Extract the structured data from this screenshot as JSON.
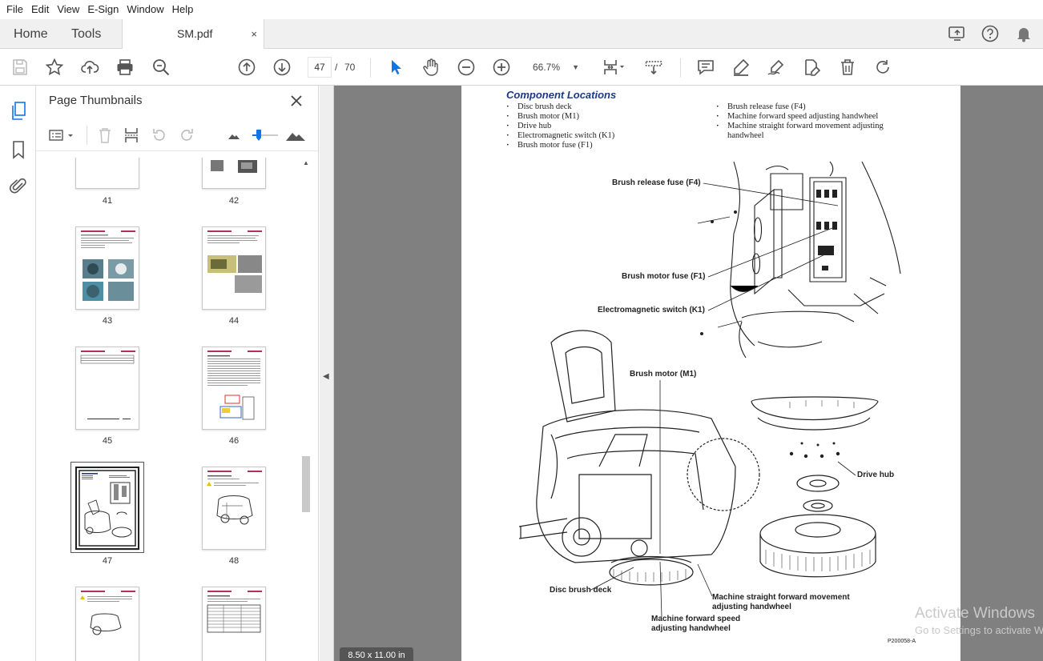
{
  "menu": [
    "File",
    "Edit",
    "View",
    "E-Sign",
    "Window",
    "Help"
  ],
  "tabs": {
    "home": "Home",
    "tools": "Tools",
    "document": "SM.pdf",
    "close": "×"
  },
  "toolbar": {
    "current_page": "47",
    "separator": "/",
    "total_pages": "70",
    "zoom": "66.7%",
    "zoom_arrow": "▼"
  },
  "thumbnails_panel": {
    "title": "Page Thumbnails",
    "pages": [
      {
        "label": "41"
      },
      {
        "label": "42"
      },
      {
        "label": "43"
      },
      {
        "label": "44"
      },
      {
        "label": "45"
      },
      {
        "label": "46"
      },
      {
        "label": "47",
        "selected": true
      },
      {
        "label": "48"
      },
      {
        "label": ""
      },
      {
        "label": ""
      }
    ]
  },
  "page_size": "8.50 x 11.00 in",
  "document_page": {
    "heading": "Component Locations",
    "left_list": [
      "Disc brush deck",
      "Brush motor (M1)",
      "Drive hub",
      "Electromagnetic switch (K1)",
      "Brush motor fuse (F1)"
    ],
    "right_list": [
      "Brush release fuse (F4)",
      "Machine forward speed adjusting handwheel",
      "Machine straight forward movement adjusting",
      "handwheel"
    ],
    "callouts": {
      "brush_release_fuse": "Brush release fuse (F4)",
      "brush_motor_fuse": "Brush motor fuse (F1)",
      "electromagnetic_switch": "Electromagnetic switch (K1)",
      "brush_motor": "Brush motor (M1)",
      "drive_hub": "Drive hub",
      "disc_brush_deck": "Disc brush deck",
      "straight_movement_1": "Machine straight forward movement",
      "straight_movement_2": "adjusting handwheel",
      "forward_speed_1": "Machine forward speed",
      "forward_speed_2": "adjusting handwheel"
    },
    "figure_code": "P200058-A"
  },
  "watermark": {
    "title": "Activate Windows",
    "subtitle": "Go to Settings to activate Windows."
  }
}
